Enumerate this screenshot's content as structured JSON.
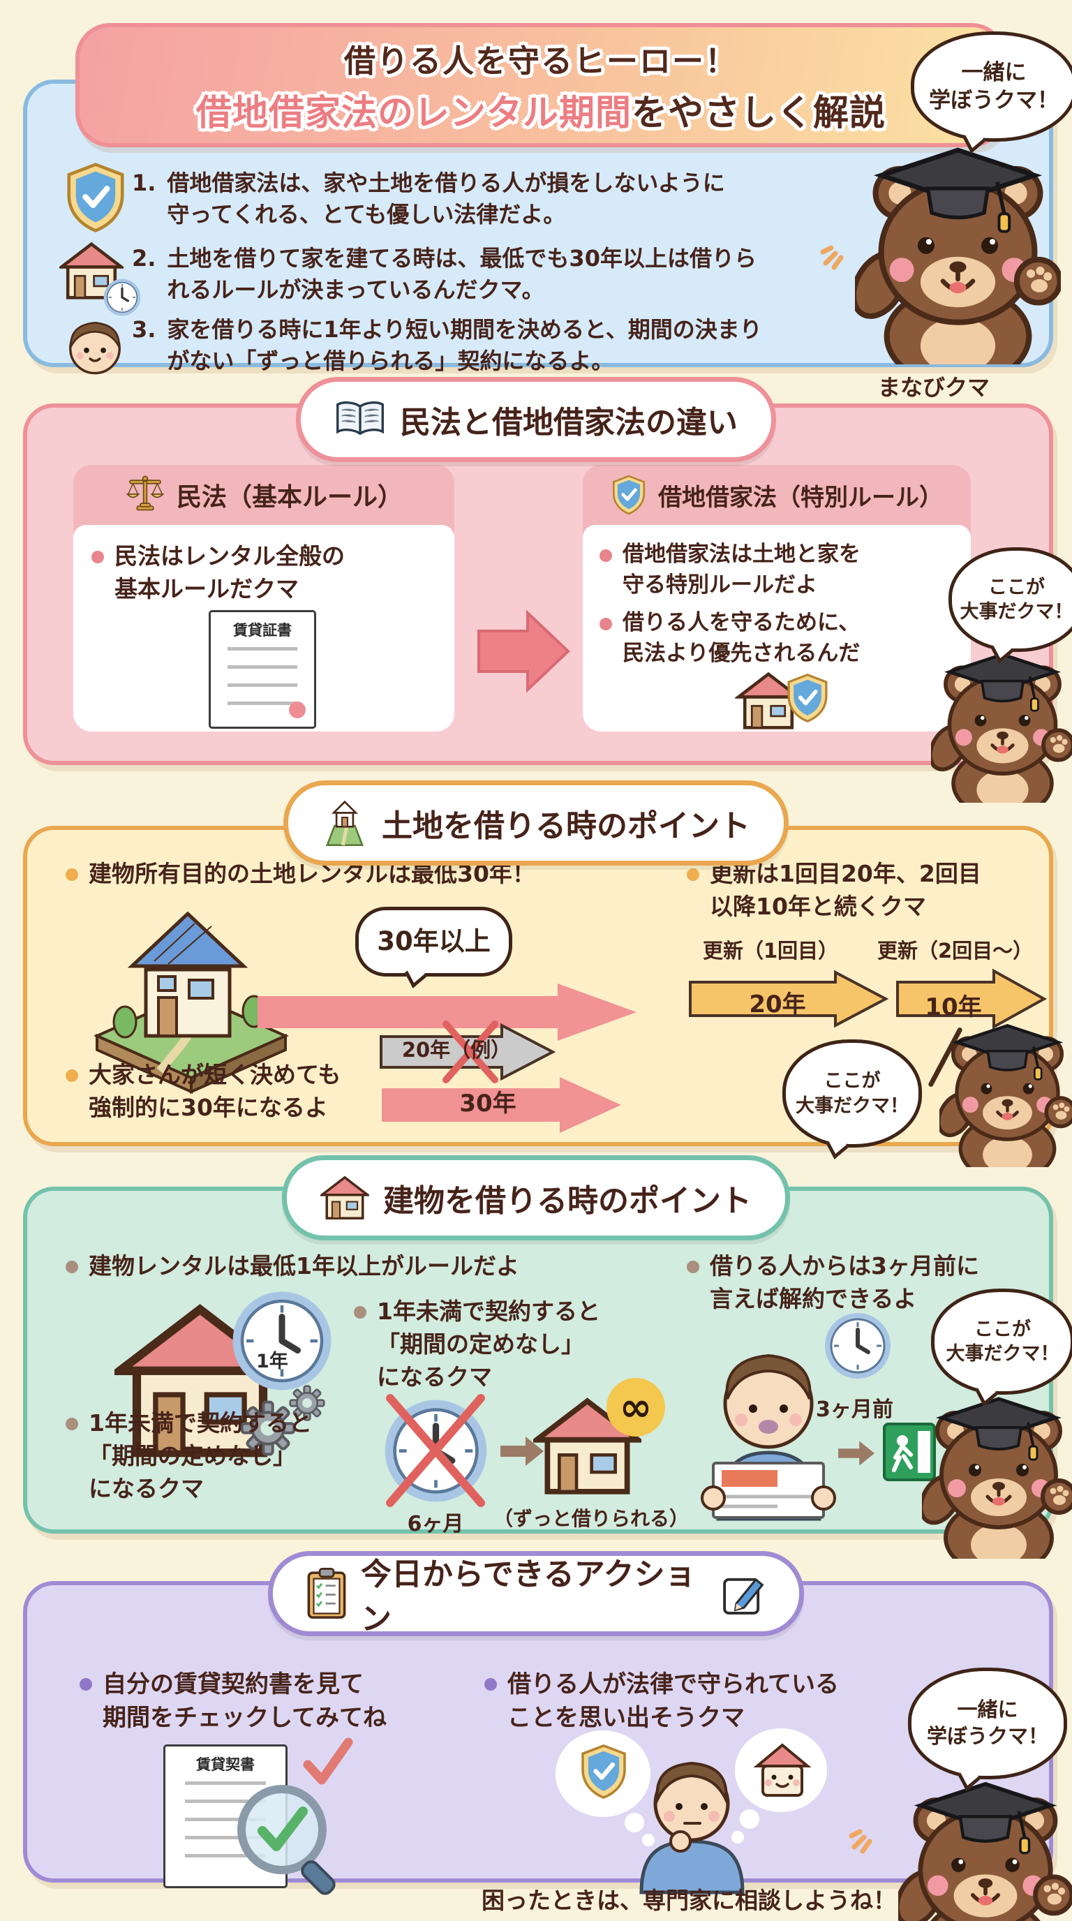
{
  "hero": {
    "line1": "借りる人を守るヒーロー！",
    "line2_highlight": "借地借家法のレンタル期間",
    "line2_rest": "をやさしく解説"
  },
  "mascot": {
    "name": "まなびクマ",
    "bubble_learn": "一緒に\n学ぼうクマ！",
    "bubble_important": "ここが\n大事だクマ！"
  },
  "intro": {
    "items": [
      {
        "num": "1.",
        "text": "借地借家法は、家や土地を借りる人が損をしないように\n守ってくれる、とても優しい法律だよ。"
      },
      {
        "num": "2.",
        "text": "土地を借りて家を建てる時は、最低でも30年以上は借りら\nれるルールが決まっているんだクマ。"
      },
      {
        "num": "3.",
        "text": "家を借りる時に1年より短い期間を決めると、期間の決まり\nがない「ずっと借りられる」契約になるよ。"
      }
    ]
  },
  "law_section": {
    "title": "民法と借地借家法の違い",
    "left_card": {
      "title": "民法（基本ルール）",
      "bullet": "民法はレンタル全般の\n基本ルールだクマ",
      "doc_title": "賃貸証書"
    },
    "right_card": {
      "title": "借地借家法（特別ルール）",
      "bullet1": "借地借家法は土地と家を\n守る特別ルールだよ",
      "bullet2": "借りる人を守るために、\n民法より優先されるんだ"
    }
  },
  "land_section": {
    "title": "土地を借りる時のポイント",
    "bullet_min30": "建物所有目的の土地レンタルは最低30年！",
    "bubble_30": "30年以上",
    "bullet_renewal": "更新は1回目20年、2回目\n以降10年と続くクマ",
    "renewal1": "更新（1回目）",
    "renewal2": "更新（2回目〜）",
    "arrow_20": "20年",
    "arrow_10": "10年",
    "arrow_bad": "20年（例）",
    "arrow_30": "30年",
    "bullet_force": "大家さんが短く決めても\n強制的に30年になるよ"
  },
  "building_section": {
    "title": "建物を借りる時のポイント",
    "bullet_1year": "建物レンタルは最低1年以上がルールだよ",
    "clock_1year": "1年",
    "bullet_nofix": "1年未満で契約すると\n「期間の定めなし」\nになるクマ",
    "clock_6m": "6ヶ月",
    "infinity": "∞",
    "forever": "（ずっと借りられる）",
    "bullet_cancel": "借りる人からは3ヶ月前に\n言えば解約できるよ",
    "before_3m": "3ヶ月前"
  },
  "action_section": {
    "title": "今日からできるアクション",
    "bullet_check": "自分の賃貸契約書を見て\n期間をチェックしてみてね",
    "bullet_remember": "借りる人が法律で守られている\nことを思い出そうクマ",
    "doc_title": "賃貸契書"
  },
  "footer": {
    "note": "困ったときは、専門家に相談しようね！"
  },
  "colors": {
    "accent_pink": "#ee9199",
    "accent_orange": "#e9a74f",
    "accent_mint": "#74c2ab",
    "accent_purple": "#9f8bd3",
    "accent_blue": "#8abadf",
    "highlight_red": "#ec7d82",
    "text_brown": "#46231a"
  }
}
